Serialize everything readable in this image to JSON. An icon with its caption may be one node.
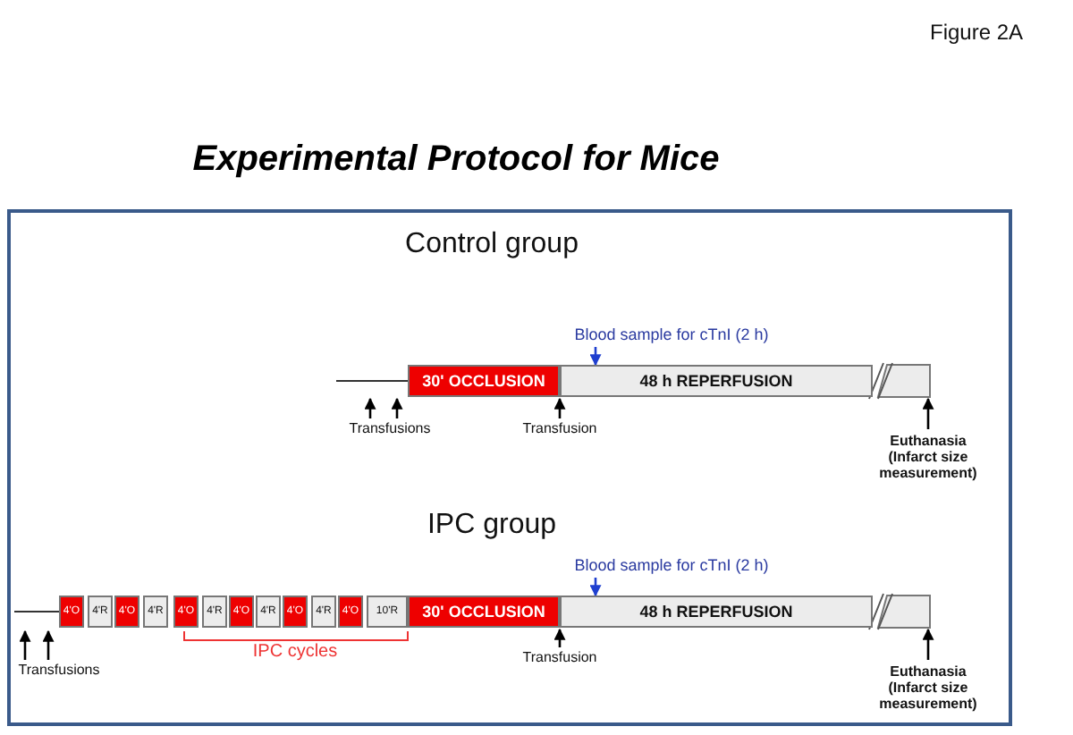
{
  "diagram": {
    "title": "Experimental Protocol for Mice",
    "nodes": [
      {
        "text": [
          "30' OCCLUSION"
        ]
      },
      {
        "text": [
          "48 h REPERFUSION"
        ]
      },
      {
        "text": [
          "Blood sample for cTnI (2 h)"
        ]
      },
      {
        "text": [
          "4'O"
        ]
      },
      {
        "text": [
          "4'R"
        ]
      },
      {
        "text": [
          "4'O"
        ]
      },
      {
        "text": [
          "4'R"
        ]
      },
      {
        "text": [
          "4'O"
        ]
      },
      {
        "text": [
          "4'R"
        ]
      },
      {
        "text": [
          "4'O"
        ]
      },
      {
        "text": [
          "4'R"
        ]
      },
      {
        "text": [
          "4'O"
        ]
      },
      {
        "text": [
          "4'R"
        ]
      },
      {
        "text": [
          "4'O"
        ]
      },
      {
        "text": [
          "10'R"
        ]
      },
      {
        "text": [
          "30' OCCLUSION"
        ]
      },
      {
        "text": [
          "48 h REPERFUSION"
        ]
      },
      {
        "text": [
          "Blood sample for cTnI (2 h)"
        ]
      }
    ],
    "edges": [
      {
        "from": 2,
        "to": 1,
        "arrow": "to"
      },
      {
        "from": 17,
        "to": 16,
        "arrow": "to"
      }
    ],
    "labels": [
      "Figure 2A",
      "Control group",
      "Transfusions",
      "Transfusion",
      "Euthanasia",
      "(Infarct size measurement)",
      "IPC group",
      "IPC cycles",
      "Transfusions",
      "Transfusion",
      "Euthanasia",
      "(Infarct size measurement)"
    ]
  }
}
